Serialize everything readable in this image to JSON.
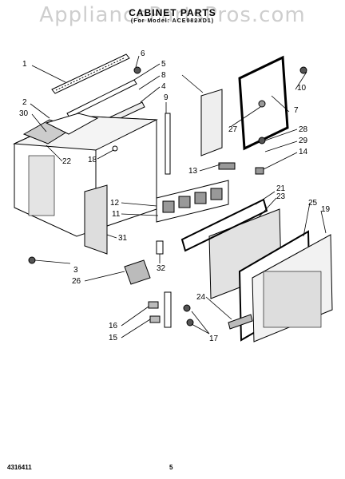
{
  "page": {
    "title": "CABINET PARTS",
    "subtitle": "(For Model: ACE082XD1)",
    "watermark": "AppliancePartsPros.com",
    "footer_code": "4316411",
    "page_number": "5"
  },
  "callouts": [
    "1",
    "2",
    "30",
    "22",
    "3",
    "26",
    "6",
    "5",
    "8",
    "4",
    "9",
    "18",
    "12",
    "11",
    "31",
    "32",
    "16",
    "15",
    "17",
    "24",
    "13",
    "21",
    "23",
    "25",
    "19",
    "10",
    "7",
    "27",
    "28",
    "29",
    "14"
  ]
}
